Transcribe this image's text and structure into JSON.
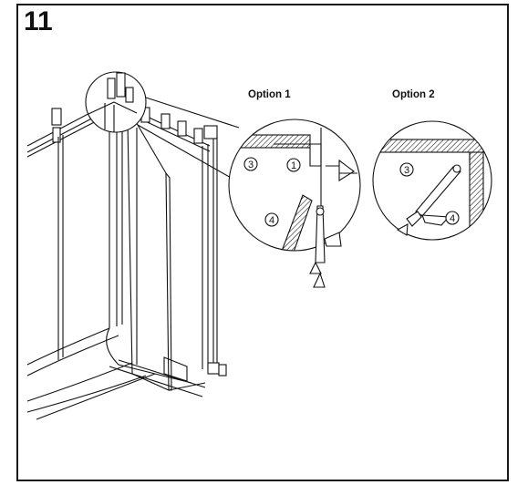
{
  "step_number": "11",
  "options": {
    "option1_label": "Option 1",
    "option2_label": "Option 2"
  },
  "callouts": {
    "option1": {
      "part3": "3",
      "part1": "1",
      "part4": "4"
    },
    "option2": {
      "part3": "3",
      "part4": "4"
    }
  }
}
